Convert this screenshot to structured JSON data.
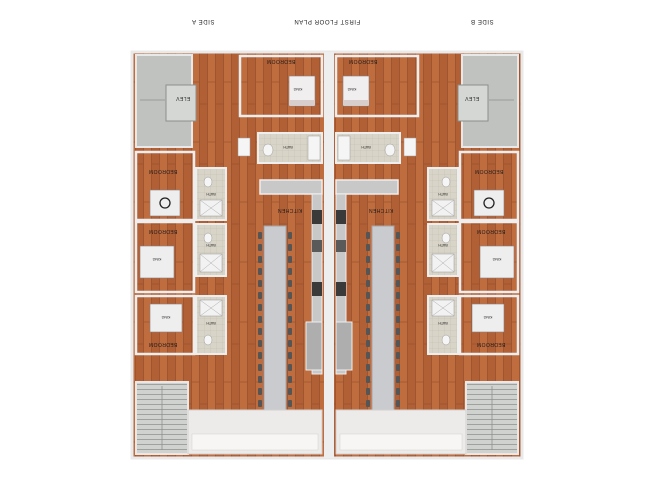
{
  "header": {
    "title": "FIRST FLOOR PLAN",
    "side_left": "SIDE A",
    "side_right": "SIDE B"
  },
  "labels": {
    "bedroom": "BEDROOM",
    "bath": "BATH",
    "king": "KING",
    "kitchen": "KITCHEN",
    "elev": "ELEV"
  },
  "colors": {
    "floor": "#b8653a",
    "tile": "#d8d4c8",
    "wall": "#eeeeee",
    "counter": "#c8c8c8",
    "island": "#c9cbce",
    "chair": "#555555"
  }
}
